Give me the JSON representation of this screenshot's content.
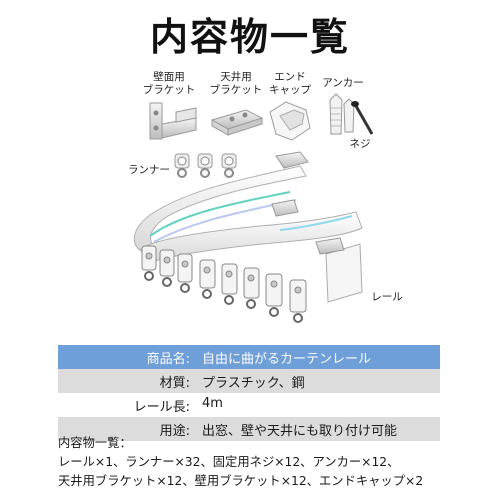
{
  "title": "内容物一覧",
  "labels": {
    "wall_bracket": [
      "壁面用",
      "ブラケット"
    ],
    "ceiling_bracket": [
      "天井用",
      "ブラケット"
    ],
    "end_cap": [
      "エンド",
      "キャップ"
    ],
    "anchor": "アンカー",
    "screw": "ネジ",
    "runner": "ランナー",
    "rail": "レール"
  },
  "specs": {
    "product_name": {
      "key": "商品名:",
      "value": "自由に曲がるカーテンレール"
    },
    "material": {
      "key": "材質:",
      "value": "プラスチック、鋼"
    },
    "rail_length": {
      "key": "レール長:",
      "value": "4m"
    },
    "usage": {
      "key": "用途:",
      "value": "出窓、壁や天井にも取り付け可能"
    }
  },
  "contents": {
    "heading": "内容物一覧：",
    "line1": "レール×1、ランナー×32、固定用ネジ×12、アンカー×12、",
    "line2": "天井用ブラケット×12、壁用ブラケット×12、エンドキャップ×2"
  },
  "colors": {
    "header_row": "#6f9fd9",
    "alt_row": "#dcdcdc"
  }
}
